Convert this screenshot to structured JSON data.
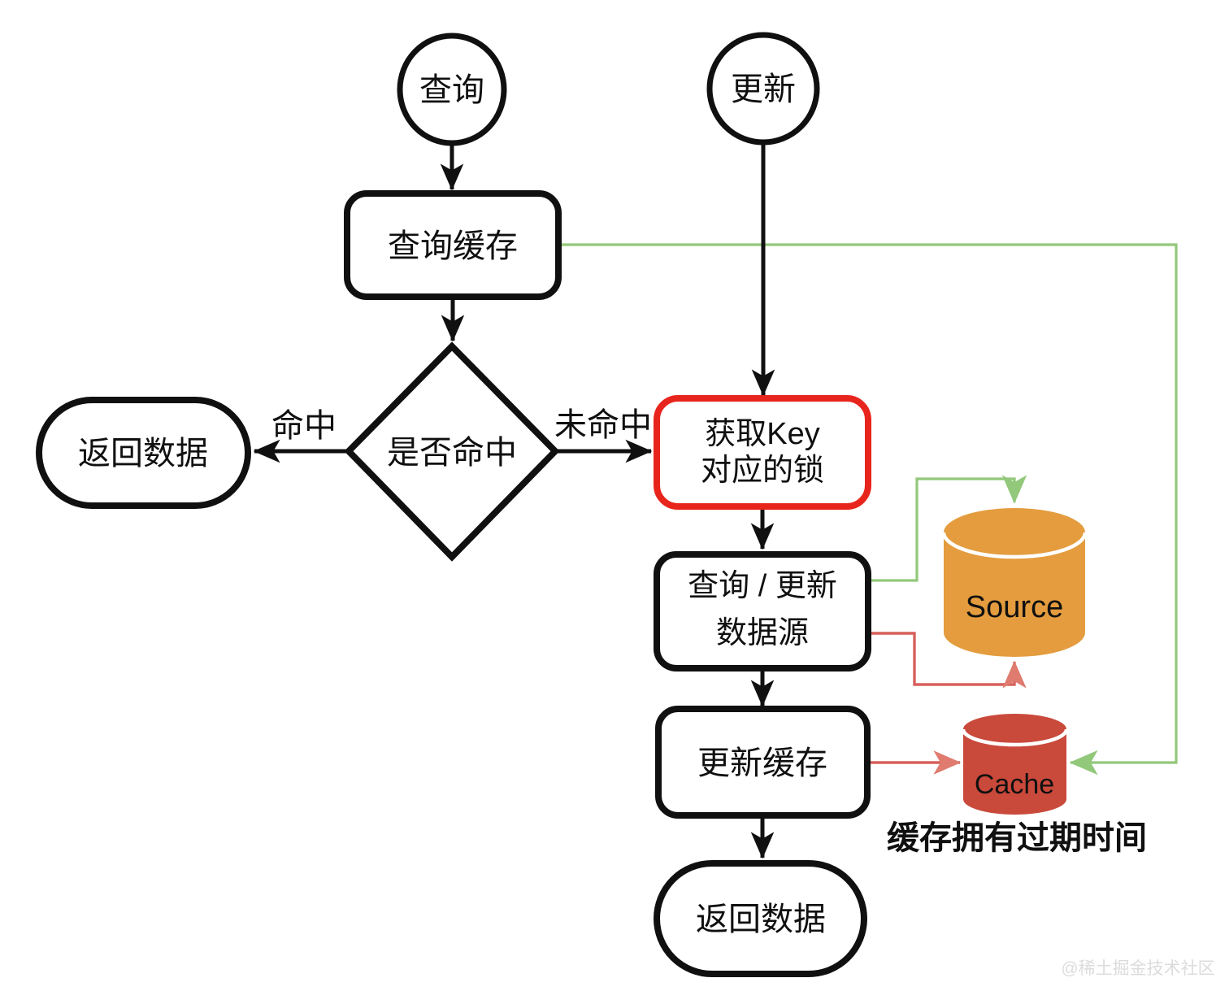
{
  "diagram": {
    "title_implied": "cache-query-update-flow",
    "colors": {
      "background": "#FFFFFF",
      "node_border": "#101010",
      "highlight_border_red": "#E8251C",
      "edge_black": "#101010",
      "edge_green": "#92C87A",
      "edge_red": "#D7605B",
      "arrowhead_red": "#DF7B6F",
      "arrowhead_green": "#92C87A",
      "source_fill": "#E49C3E",
      "cache_fill": "#C9493B",
      "watermark_gray": "#DCDCDC"
    },
    "nodes": {
      "start_query": {
        "label": "查询"
      },
      "start_update": {
        "label": "更新"
      },
      "query_cache": {
        "label": "查询缓存"
      },
      "hit_decision": {
        "label": "是否命中"
      },
      "return_data_left": {
        "label": "返回数据"
      },
      "acquire_lock": {
        "lines": [
          "获取Key",
          "对应的锁"
        ]
      },
      "query_update_source": {
        "lines": [
          "查询 / 更新",
          "数据源"
        ]
      },
      "update_cache": {
        "label": "更新缓存"
      },
      "return_data_bottom": {
        "label": "返回数据"
      },
      "source_db": {
        "label": "Source"
      },
      "cache_db": {
        "label": "Cache"
      }
    },
    "edge_labels": {
      "hit": "命中",
      "miss": "未命中"
    },
    "annotations": {
      "cache_expiry": "缓存拥有过期时间",
      "watermark": "@稀土掘金技术社区"
    }
  }
}
